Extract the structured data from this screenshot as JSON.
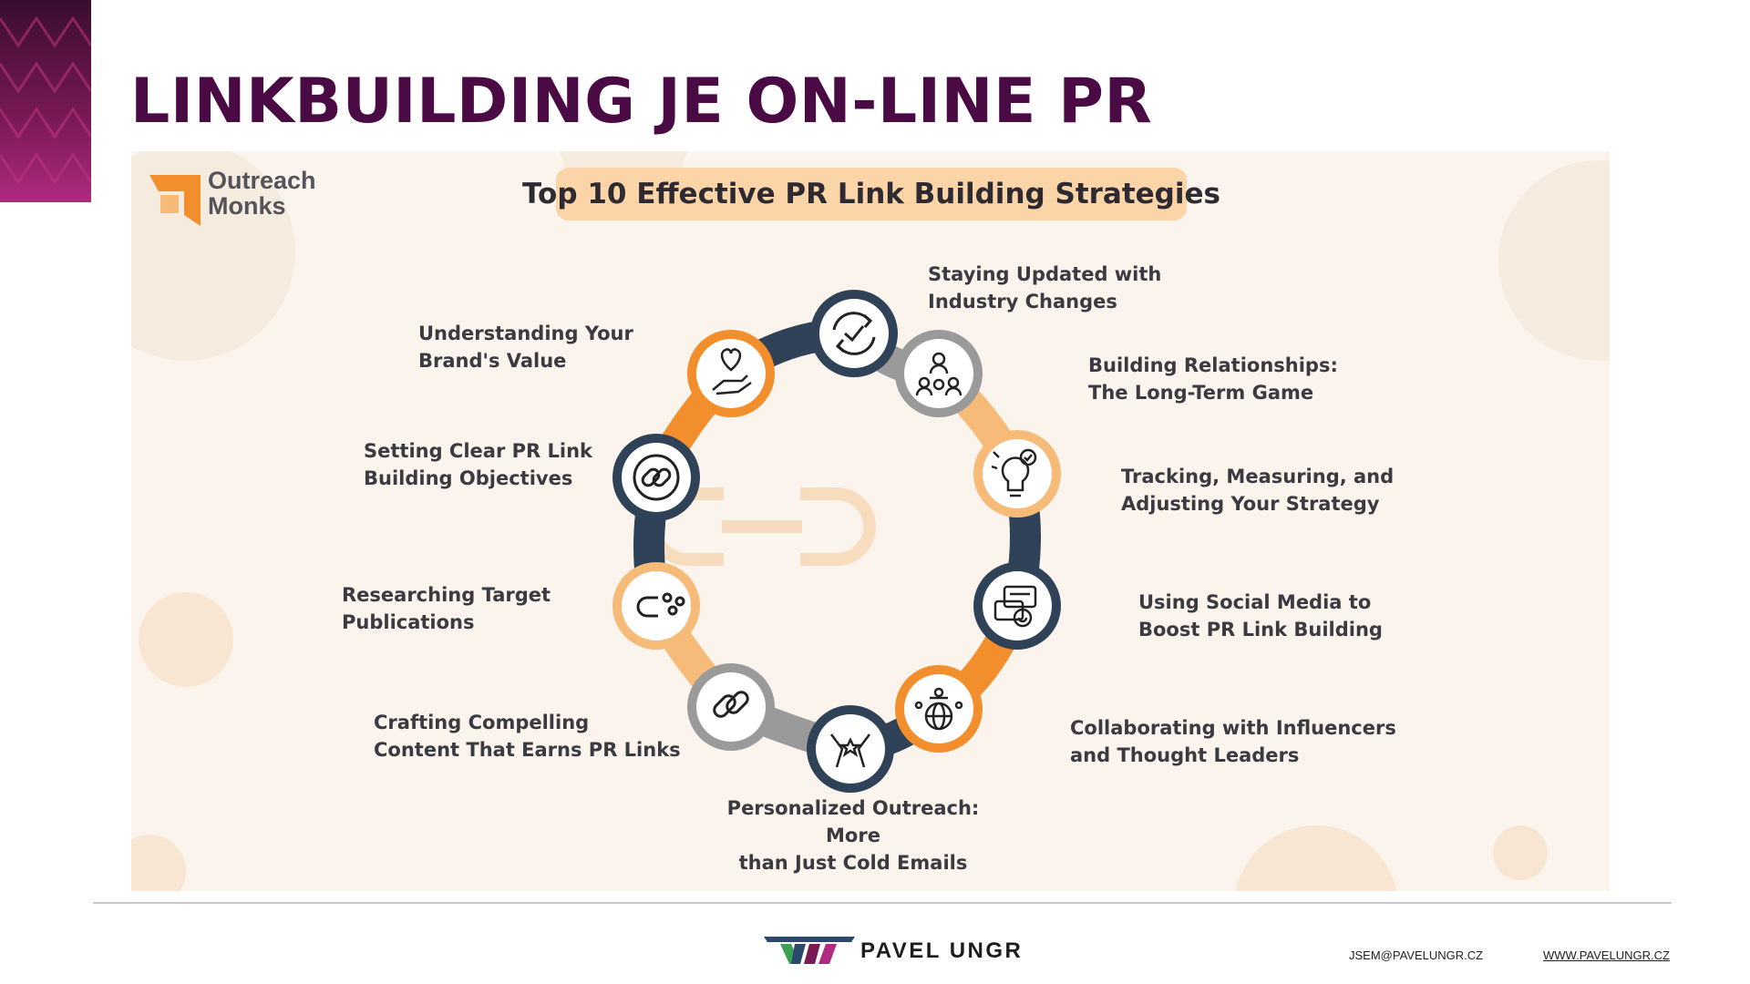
{
  "slide": {
    "title": "LINKBUILDING JE ON-LINE PR"
  },
  "infographic": {
    "logo_text": "Outreach\nMonks",
    "heading": "Top 10 Effective PR Link Building Strategies",
    "strategies": [
      {
        "label": "Staying Updated with\nIndustry Changes",
        "icon": "refresh-check-icon"
      },
      {
        "label": "Building Relationships:\nThe Long-Term Game",
        "icon": "network-people-icon"
      },
      {
        "label": "Tracking, Measuring, and\nAdjusting Your Strategy",
        "icon": "lightbulb-check-icon"
      },
      {
        "label": "Using Social Media to\nBoost PR Link Building",
        "icon": "chat-bubbles-icon"
      },
      {
        "label": "Collaborating with Influencers\nand Thought Leaders",
        "icon": "globe-people-icon"
      },
      {
        "label": "Personalized Outreach: More\nthan Just Cold Emails",
        "icon": "hands-star-icon"
      },
      {
        "label": "Crafting Compelling\nContent That Earns PR Links",
        "icon": "chain-link-icon"
      },
      {
        "label": "Researching Target\nPublications",
        "icon": "magnet-people-icon"
      },
      {
        "label": "Setting Clear PR Link\nBuilding Objectives",
        "icon": "link-target-icon"
      },
      {
        "label": "Understanding Your\nBrand's Value",
        "icon": "heart-hand-icon"
      }
    ],
    "colors": {
      "navy": "#2f4257",
      "orange": "#f28f2c",
      "peach": "#f7bb79",
      "grey": "#9a9a9a",
      "title": "#4a0a44"
    }
  },
  "footer": {
    "brand": "PAVEL UNGR",
    "email": "JSEM@PAVELUNGR.CZ",
    "website": "WWW.PAVELUNGR.CZ"
  }
}
